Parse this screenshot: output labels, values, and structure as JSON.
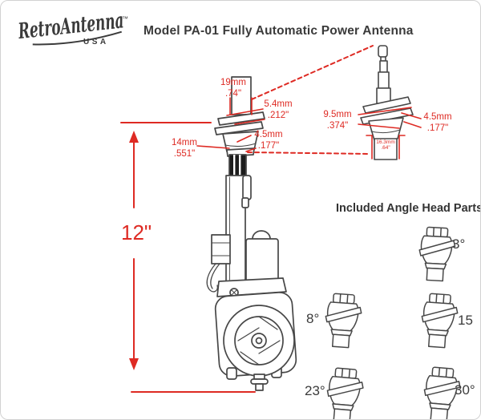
{
  "brand": {
    "name": "RetroAntenna",
    "sub": "USA",
    "tm": "™"
  },
  "header": {
    "title": "Model PA-01 Fully Automatic Power Antenna"
  },
  "dimensions": {
    "overall_height": "12\"",
    "d19": {
      "mm": "19mm",
      "in": ".74\""
    },
    "d54": {
      "mm": "5.4mm",
      "in": ".212\""
    },
    "d14": {
      "mm": "14mm",
      "in": ".551\""
    },
    "d45": {
      "mm": "4.5mm",
      "in": ".177\""
    }
  },
  "inset": {
    "d95": {
      "mm": "9.5mm",
      "in": ".374\""
    },
    "d45": {
      "mm": "4.5mm",
      "in": ".177\""
    },
    "d163": {
      "mm": "16.3mm",
      "in": ".64\""
    }
  },
  "angle_heads": {
    "heading": "Included Angle Head Parts",
    "items": [
      {
        "label": "3°"
      },
      {
        "label": "8°"
      },
      {
        "label": "15"
      },
      {
        "label": "23°"
      },
      {
        "label": "30°"
      }
    ]
  },
  "colors": {
    "accent_red": "#de2a23",
    "line_gray": "#474747",
    "text_dark": "#3a3a3a"
  }
}
